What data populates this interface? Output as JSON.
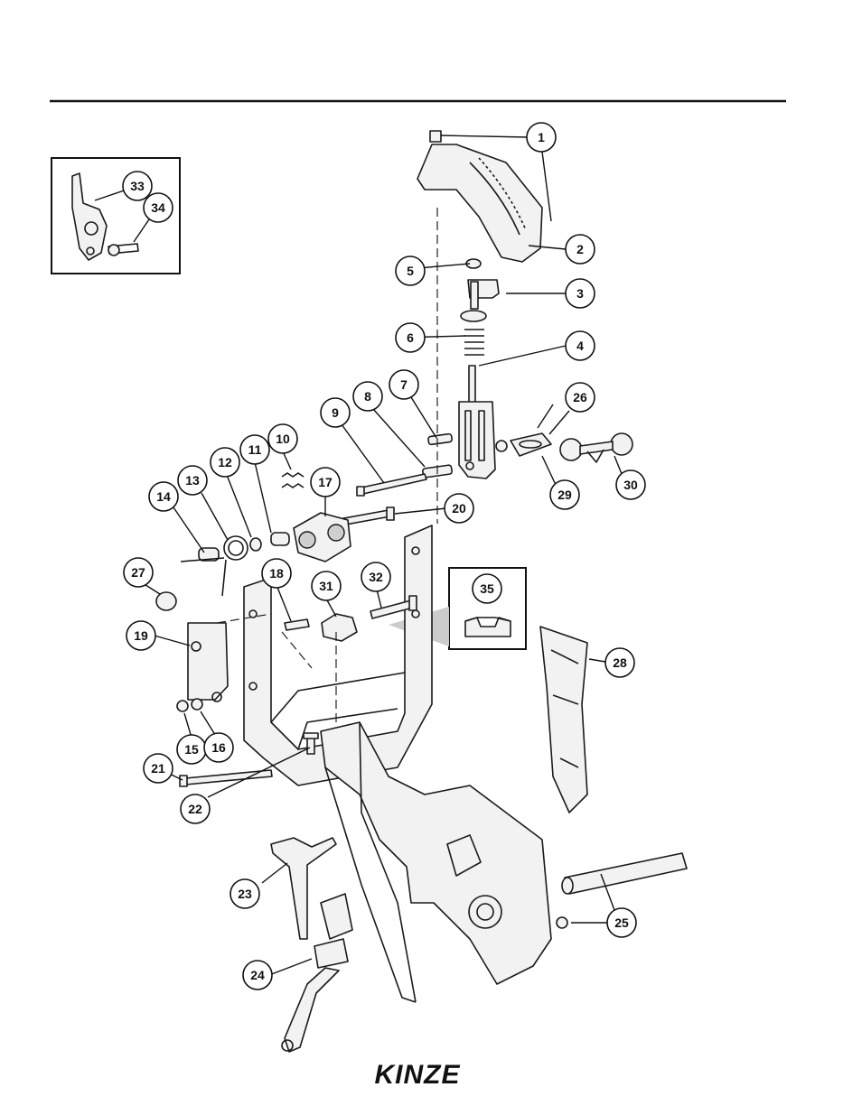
{
  "brand": {
    "logo_text": "KINZE"
  },
  "callouts": [
    "1",
    "2",
    "3",
    "4",
    "5",
    "6",
    "7",
    "8",
    "9",
    "10",
    "11",
    "12",
    "13",
    "14",
    "15",
    "16",
    "17",
    "18",
    "19",
    "20",
    "21",
    "22",
    "23",
    "24",
    "25",
    "26",
    "27",
    "28",
    "29",
    "30",
    "31",
    "32",
    "33",
    "34",
    "35"
  ],
  "colors": {
    "ink": "#111111",
    "paper": "#ffffff",
    "shade": "#f2f2f2"
  }
}
